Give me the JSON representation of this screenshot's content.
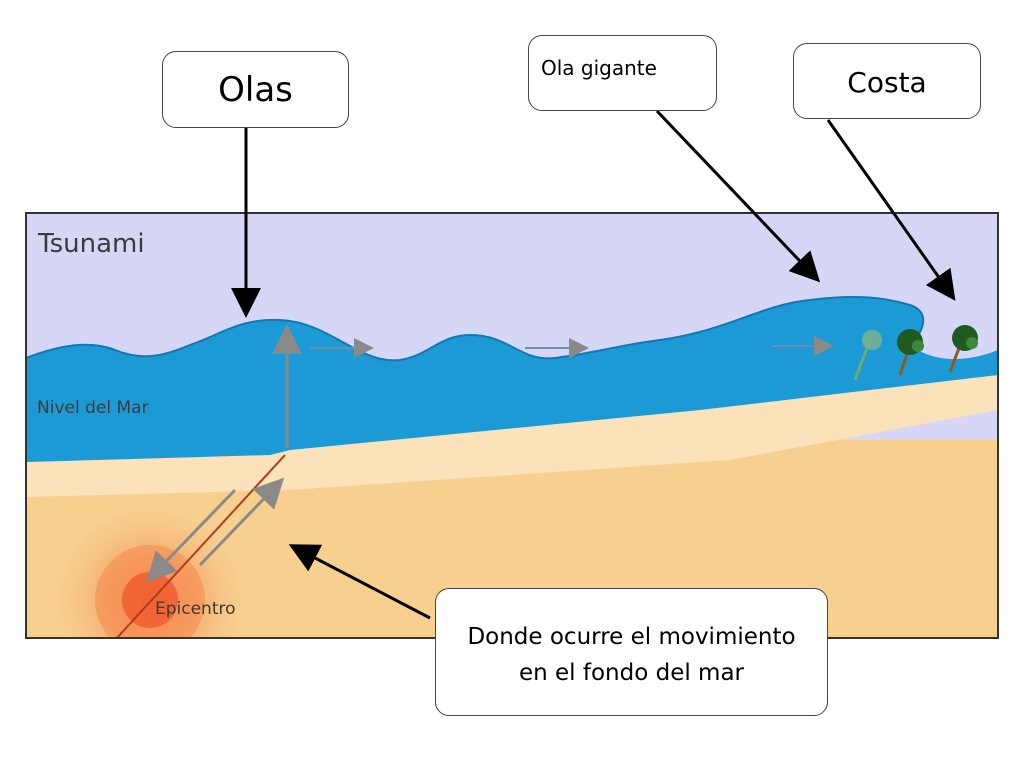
{
  "diagram": {
    "title": "Tsunami",
    "sea_level_label": "Nivel del Mar",
    "epicenter_label": "Epicentro"
  },
  "callouts": {
    "olas": "Olas",
    "ola_gigante": "Ola gigante",
    "costa": "Costa",
    "donde_line1": "Donde ocurre el movimiento",
    "donde_line2": "en el fondo del mar"
  },
  "colors": {
    "sky": "#d6d6f7",
    "ocean": "#1c9ad6",
    "sand": "#f7d08f",
    "beach": "#fbe2bb",
    "arrow_gray": "#8a8a8a",
    "fault": "#b23a1c"
  }
}
